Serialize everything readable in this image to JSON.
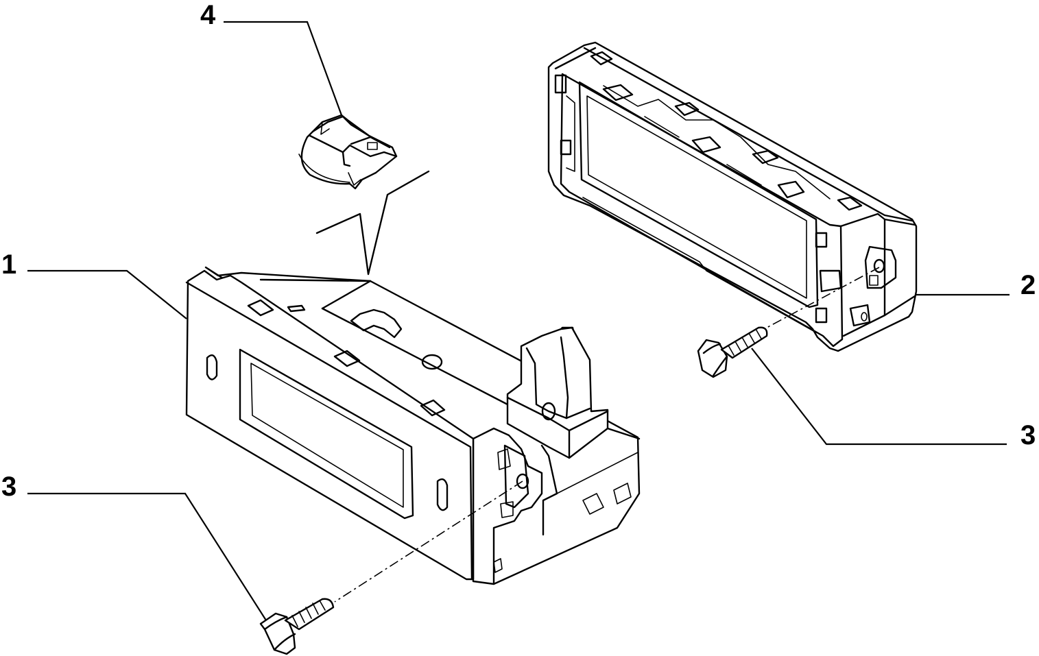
{
  "callouts": {
    "part1": "1",
    "part2": "2",
    "part3_left": "3",
    "part3_right": "3",
    "part4": "4"
  },
  "colors": {
    "line": "#000000",
    "background": "#ffffff"
  }
}
